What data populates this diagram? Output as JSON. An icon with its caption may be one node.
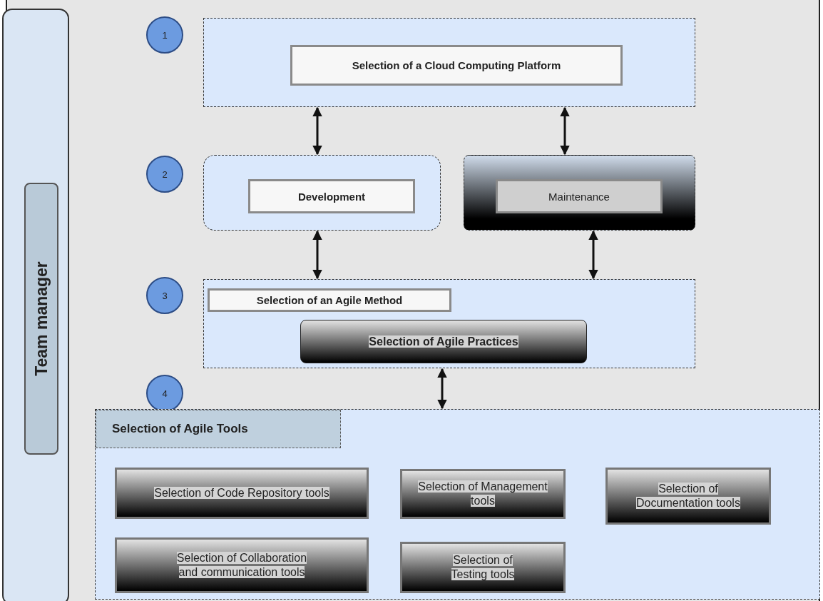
{
  "diagram": {
    "nodes": [
      {
        "text": [],
        "shape": "box"
      },
      {
        "text": [
          "Team manager"
        ],
        "in": 0
      },
      {
        "text": [
          "1"
        ]
      },
      {
        "text": [],
        "shape": "box"
      },
      {
        "text": [
          "Selection of a Cloud Computing Platform"
        ],
        "in": 3
      },
      {
        "text": [
          "2"
        ]
      },
      {
        "text": [],
        "shape": "box"
      },
      {
        "text": [
          "Development"
        ],
        "in": 6
      },
      {
        "text": [],
        "shape": "box"
      },
      {
        "text": [
          "Maintenance"
        ],
        "in": 8
      },
      {
        "text": [
          "3"
        ]
      },
      {
        "text": [],
        "shape": "box"
      },
      {
        "text": [
          "Selection of an Agile Method"
        ],
        "in": 11
      },
      {
        "text": [
          "Selection of Agile Practices"
        ],
        "in": 11
      },
      {
        "text": [
          "4"
        ]
      },
      {
        "text": [],
        "shape": "box"
      },
      {
        "text": [
          "Selection of Agile Tools"
        ],
        "in": 15
      },
      {
        "text": [
          "Selection of Code Repository tools"
        ],
        "in": 15
      },
      {
        "text": [
          "Selection of Management tools"
        ],
        "in": 15
      },
      {
        "text": [
          "Selection of Documentation tools"
        ],
        "in": 15
      },
      {
        "text": [
          "Selection of Collaboration and communication tools"
        ],
        "in": 15
      },
      {
        "text": [
          "Selection of Testing tools"
        ],
        "in": 15
      }
    ],
    "edges": [
      {
        "from": 3,
        "to": 6,
        "arrow": "both"
      },
      {
        "from": 3,
        "to": 8,
        "arrow": "both"
      },
      {
        "from": 6,
        "to": 11,
        "arrow": "both"
      },
      {
        "from": 8,
        "to": 11,
        "arrow": "both"
      },
      {
        "from": 11,
        "to": 15,
        "arrow": "both"
      }
    ]
  }
}
